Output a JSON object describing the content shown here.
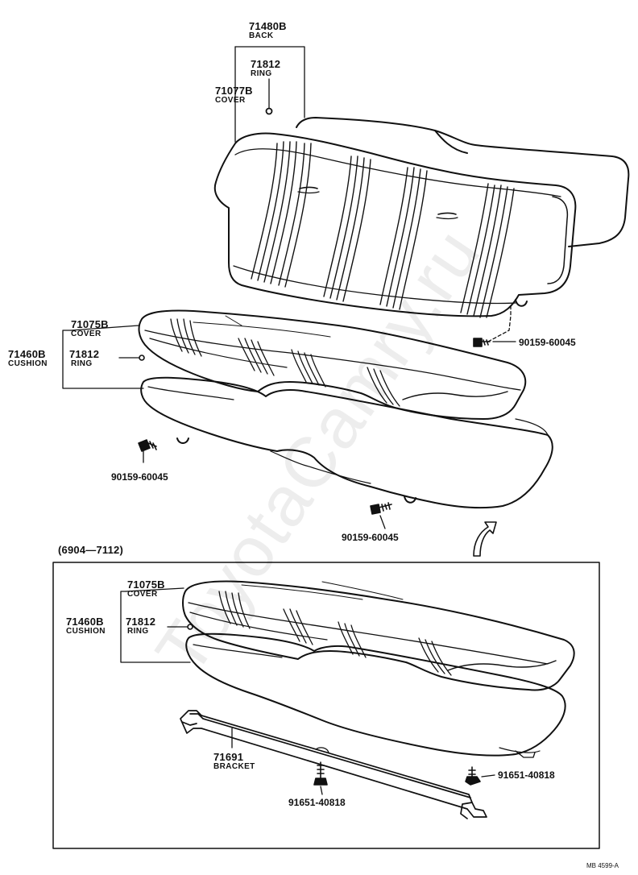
{
  "watermark": "ToyotaCamry.ru",
  "upper": {
    "back": {
      "part": "71480B",
      "name": "BACK"
    },
    "back_ring": {
      "part": "71812",
      "name": "RING"
    },
    "back_cover": {
      "part": "71077B",
      "name": "COVER"
    },
    "bolt_right": "90159-60045",
    "cushion_cover": {
      "part": "71075B",
      "name": "COVER"
    },
    "cushion": {
      "part": "71460B",
      "name": "CUSHION"
    },
    "cushion_ring": {
      "part": "71812",
      "name": "RING"
    },
    "bolt_left": "90159-60045",
    "bolt_bottom": "90159-60045"
  },
  "inset": {
    "range": "(6904—7112)",
    "cushion_cover": {
      "part": "71075B",
      "name": "COVER"
    },
    "cushion": {
      "part": "71460B",
      "name": "CUSHION"
    },
    "cushion_ring": {
      "part": "71812",
      "name": "RING"
    },
    "bracket": {
      "part": "71691",
      "name": "BRACKET"
    },
    "bolt_right": "91651-40818",
    "bolt_bottom": "91651-40818"
  },
  "ref_code": "MB 4599-A"
}
